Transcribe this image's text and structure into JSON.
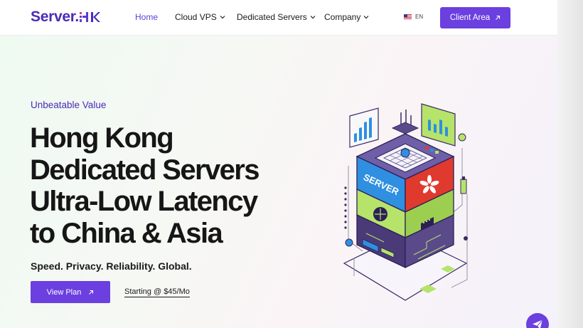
{
  "brand": {
    "logo_text": "Server.",
    "logo_suffix": "HK"
  },
  "nav": {
    "items": [
      {
        "label": "Home",
        "active": true,
        "has_dropdown": false
      },
      {
        "label": "Cloud VPS",
        "active": false,
        "has_dropdown": true
      },
      {
        "label": "Dedicated Servers",
        "active": false,
        "has_dropdown": true
      },
      {
        "label": "Company",
        "active": false,
        "has_dropdown": true
      }
    ],
    "language": "EN",
    "client_area_label": "Client Area"
  },
  "hero": {
    "eyebrow": "Unbeatable Value",
    "title_lines": [
      "Hong Kong",
      "Dedicated Servers",
      "Ultra-Low Latency",
      "to China & Asia"
    ],
    "tagline": "Speed. Privacy. Reliability. Global.",
    "primary_button": "View Plan",
    "price_link": "Starting @ $45/Mo",
    "illustration_label": "SERVER"
  },
  "colors": {
    "brand_purple": "#6b3fe0",
    "logo_purple": "#4b2bb8",
    "accent_green": "#b6e36a",
    "server_blue": "#2f8fe0",
    "flag_red": "#e03a2f"
  }
}
